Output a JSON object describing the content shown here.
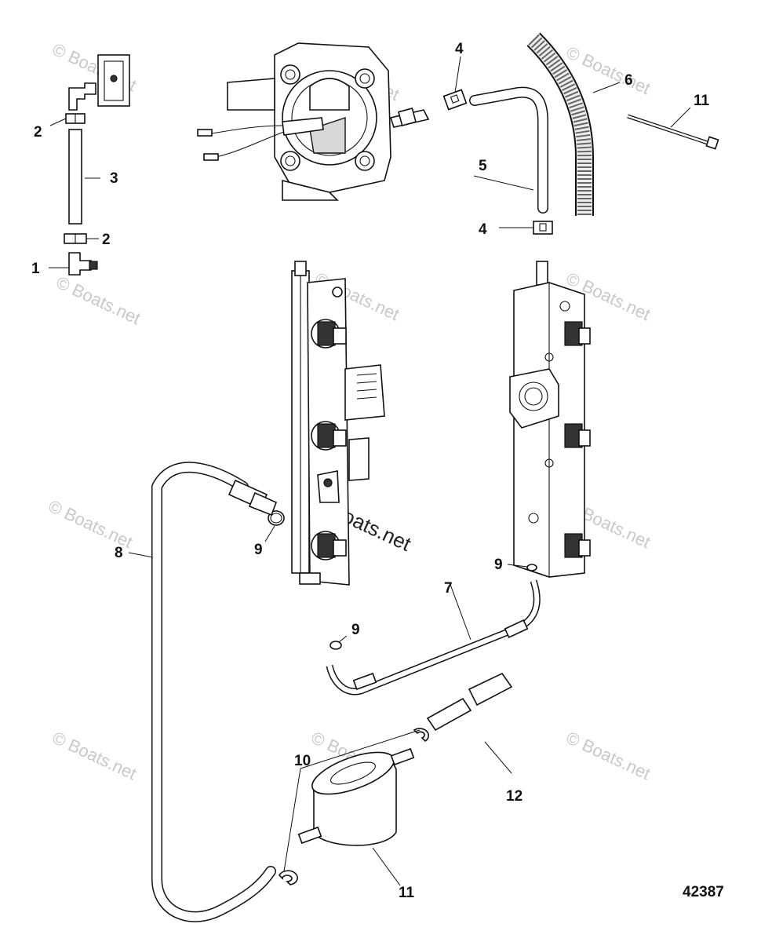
{
  "callouts": {
    "c1": "1",
    "c2a": "2",
    "c2b": "2",
    "c3": "3",
    "c4a": "4",
    "c4b": "4",
    "c5": "5",
    "c6": "6",
    "c7": "7",
    "c8": "8",
    "c9a": "9",
    "c9b": "9",
    "c9c": "9",
    "c10": "10",
    "c11a": "11",
    "c11b": "11",
    "c12": "12"
  },
  "figure_number": "42387",
  "watermarks": {
    "small": "© Boats.net",
    "center": "© Boats.net"
  }
}
